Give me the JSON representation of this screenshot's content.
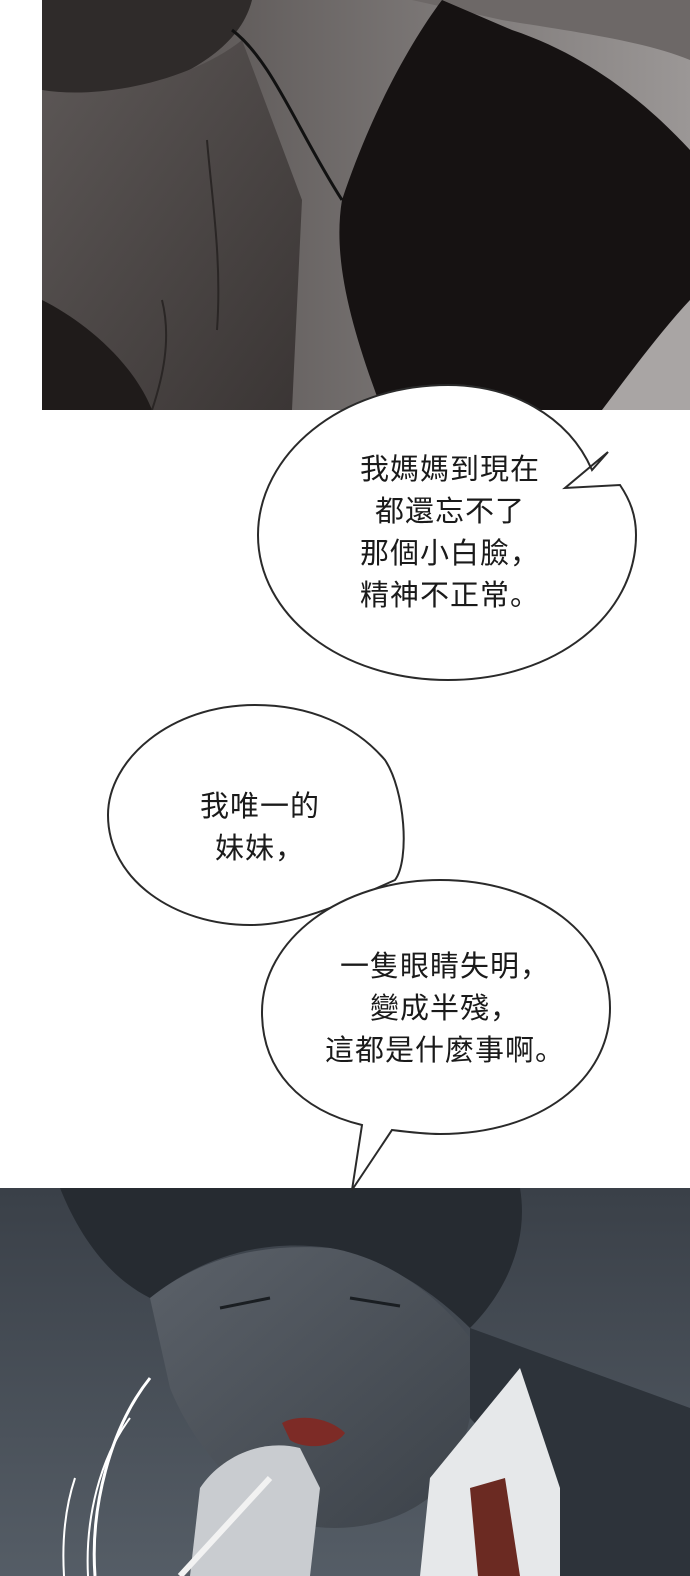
{
  "panels": [
    {
      "name": "top-panel",
      "description_colors": {
        "dark": "#2a2524",
        "mid": "#4a4442",
        "light": "#8a8483"
      }
    },
    {
      "name": "bottom-panel",
      "description_colors": {
        "dark": "#2c3138",
        "mid": "#4a525c",
        "light": "#c9ccd0"
      }
    }
  ],
  "bubbles": [
    {
      "lines": [
        "我媽媽到現在",
        "都還忘不了",
        "那個小白臉，",
        "精神不正常。"
      ]
    },
    {
      "lines": [
        "我唯一的",
        "妹妹，"
      ]
    },
    {
      "lines": [
        "一隻眼睛失明，",
        "變成半殘，",
        "這都是什麼事啊。"
      ]
    }
  ]
}
